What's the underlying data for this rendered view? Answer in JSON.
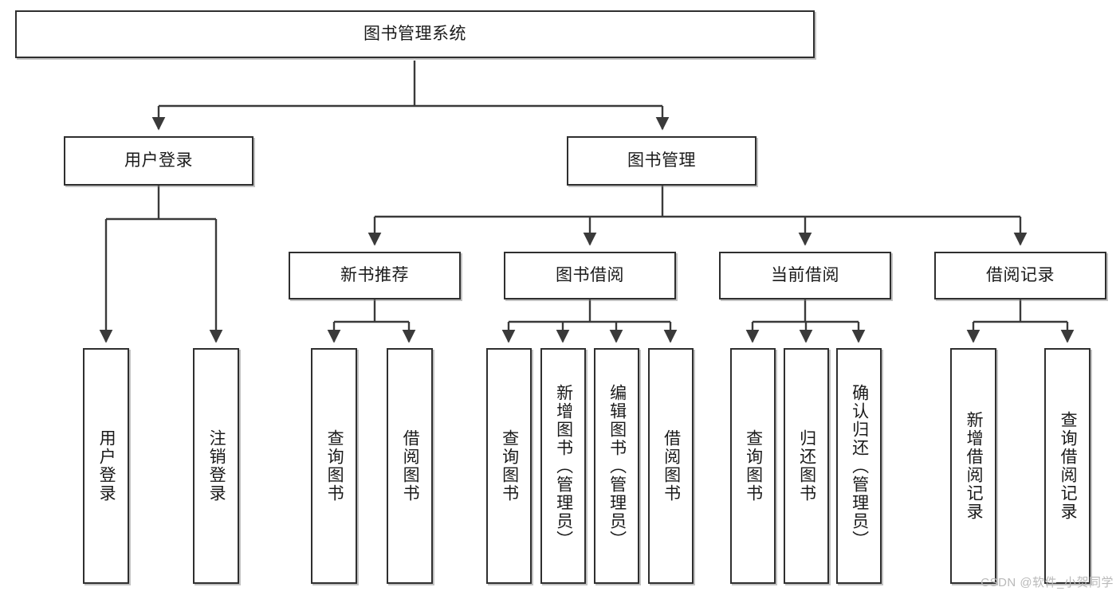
{
  "diagram": {
    "title_node": "图书管理系统",
    "watermark": "CSDN @软件_小贺同学",
    "colors": {
      "box_border": "#2f2f2f",
      "box_fill": "#ffffff",
      "edge": "#3a3a3a",
      "text": "#1a1a1a",
      "watermark": "#b9b9b9"
    },
    "nodes": {
      "root": "图书管理系统",
      "level2": {
        "user_login": "用户登录",
        "book_manage": "图书管理"
      },
      "level3": {
        "new_book_recommend": "新书推荐",
        "book_borrow": "图书借阅",
        "current_borrow": "当前借阅",
        "borrow_record": "借阅记录"
      },
      "leaves": {
        "user_login_1": "用户登录",
        "user_login_2": "注销登录",
        "recommend_1": "查询图书",
        "recommend_2": "借阅图书",
        "borrow_1": "查询图书",
        "borrow_2": "新增图书（管理员）",
        "borrow_3": "编辑图书（管理员）",
        "borrow_4": "借阅图书",
        "current_1": "查询图书",
        "current_2": "归还图书",
        "current_3": "确认归还（管理员）",
        "record_1": "新增借阅记录",
        "record_2": "查询借阅记录"
      }
    }
  }
}
